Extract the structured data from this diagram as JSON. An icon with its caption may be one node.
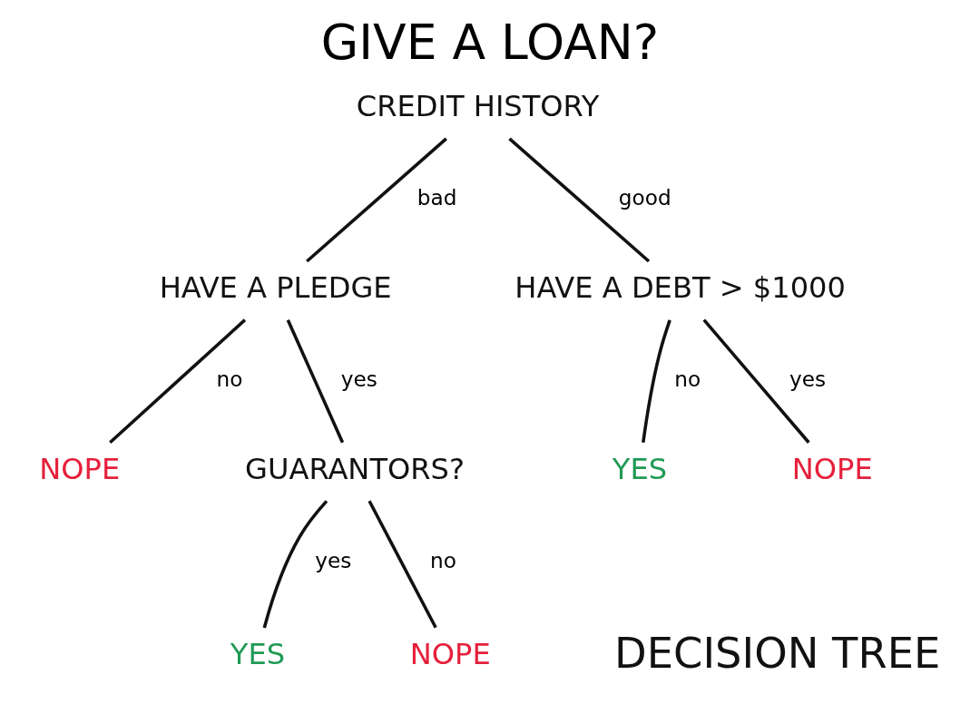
{
  "diagram": {
    "title": "GIVE A LOAN?",
    "nodes": [
      {
        "text": [
          "CREDIT HISTORY"
        ]
      },
      {
        "text": [
          "HAVE A PLEDGE"
        ]
      },
      {
        "text": [
          "HAVE A DEBT > $1000"
        ]
      },
      {
        "text": [
          "NOPE"
        ]
      },
      {
        "text": [
          "GUARANTORS?"
        ]
      },
      {
        "text": [
          "YES"
        ]
      },
      {
        "text": [
          "NOPE"
        ]
      },
      {
        "text": [
          "YES"
        ]
      },
      {
        "text": [
          "NOPE"
        ]
      }
    ],
    "edges": [
      {
        "from": 0,
        "to": 1,
        "arrow": "none",
        "label": "bad"
      },
      {
        "from": 0,
        "to": 2,
        "arrow": "none",
        "label": "good"
      },
      {
        "from": 1,
        "to": 3,
        "arrow": "none",
        "label": "no"
      },
      {
        "from": 1,
        "to": 4,
        "arrow": "none",
        "label": "yes"
      },
      {
        "from": 2,
        "to": 5,
        "arrow": "none",
        "label": "no"
      },
      {
        "from": 2,
        "to": 6,
        "arrow": "none",
        "label": "yes"
      },
      {
        "from": 4,
        "to": 7,
        "arrow": "none",
        "label": "yes"
      },
      {
        "from": 4,
        "to": 8,
        "arrow": "none",
        "label": "no"
      }
    ],
    "labels": [
      "DECISION TREE"
    ]
  }
}
